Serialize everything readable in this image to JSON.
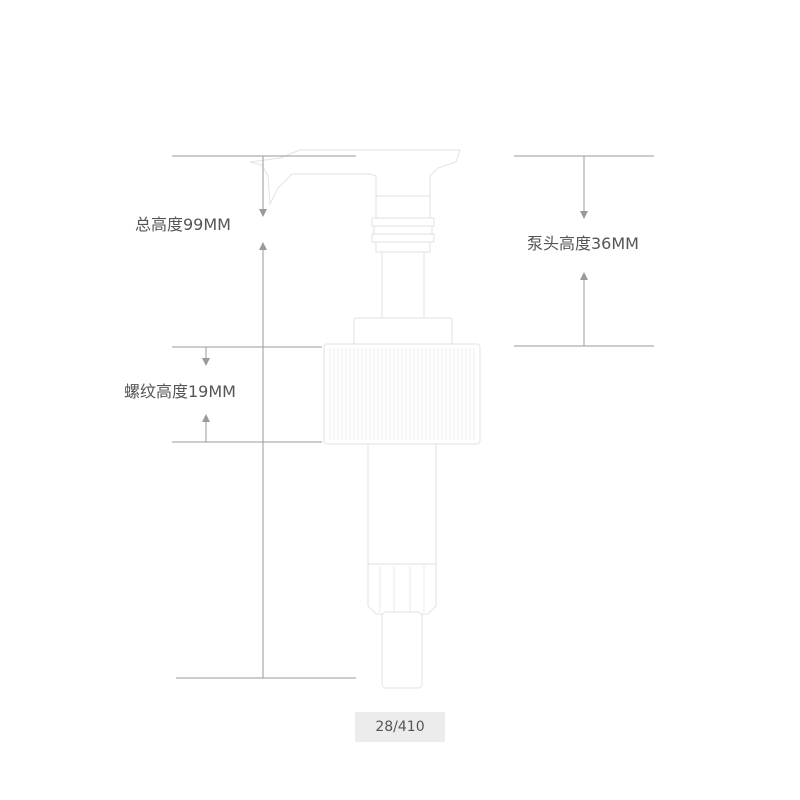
{
  "dimensions": {
    "total_height_label": "总高度99MM",
    "thread_height_label": "螺纹高度19MM",
    "pump_head_height_label": "泵头高度36MM"
  },
  "size_tag": "28/410",
  "colors": {
    "background": "#ffffff",
    "dimension_line": "#9a9a9a",
    "label_text": "#555555",
    "pump_body": "#ffffff",
    "pump_outline": "#e4e4e4",
    "size_tag_background": "#ececec"
  }
}
